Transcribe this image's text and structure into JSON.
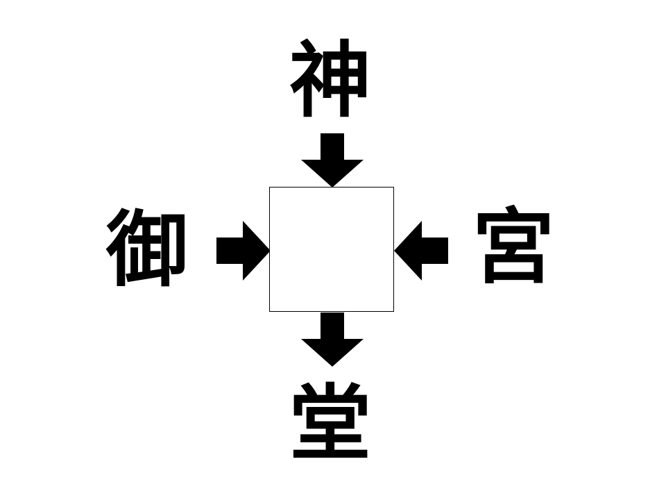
{
  "puzzle": {
    "top_kanji": "神",
    "left_kanji": "御",
    "right_kanji": "宮",
    "bottom_kanji": "堂",
    "answer": ""
  },
  "colors": {
    "foreground": "#000000",
    "background": "#ffffff"
  }
}
